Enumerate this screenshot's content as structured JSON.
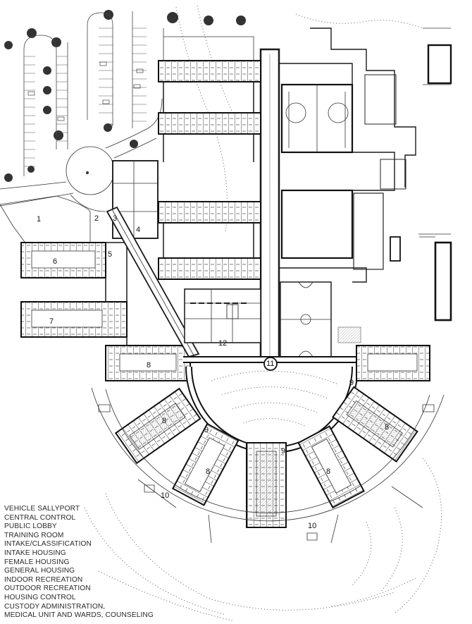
{
  "legend": [
    "VEHICLE SALLYPORT",
    "CENTRAL CONTROL",
    "PUBLIC LOBBY",
    "TRAINING ROOM",
    "INTAKE/CLASSIFICATION",
    "INTAKE HOUSING",
    "FEMALE HOUSING",
    "GENERAL HOUSING",
    "INDOOR RECREATION",
    "OUTDOOR RECREATION",
    "HOUSING CONTROL",
    "CUSTODY ADMINISTRATION,",
    "MEDICAL UNIT AND WARDS, COUNSELING"
  ],
  "plan_labels": {
    "area_1": "1",
    "area_2": "2",
    "area_3": "3",
    "area_4": "4",
    "area_5": "5",
    "area_6": "6",
    "area_7": "7",
    "area_8_west": "8",
    "area_8_sw": "8",
    "area_8_ssw": "8",
    "area_8_sse": "8",
    "area_8_se": "8",
    "area_9_sw": "9",
    "area_9_s": "9",
    "area_9_e": "9",
    "area_10_w": "10",
    "area_10_s": "10",
    "area_11": "11",
    "area_12": "12"
  }
}
